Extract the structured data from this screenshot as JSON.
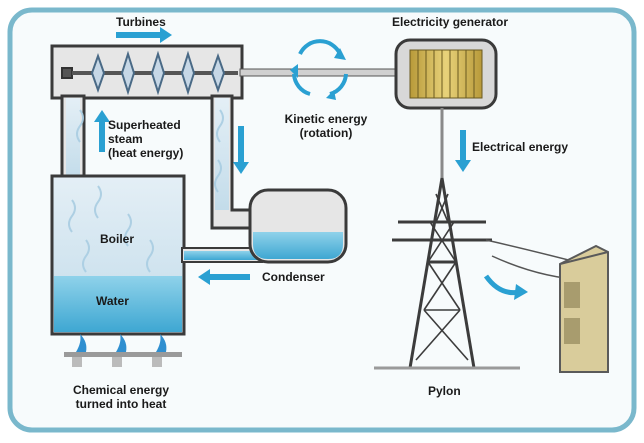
{
  "labels": {
    "turbines": "Turbines",
    "electricity_generator": "Electricity generator",
    "kinetic_energy_line1": "Kinetic energy",
    "kinetic_energy_line2": "(rotation)",
    "electrical_energy": "Electrical energy",
    "superheated_line1": "Superheated",
    "superheated_line2": "steam",
    "superheated_line3": "(heat energy)",
    "boiler": "Boiler",
    "condenser": "Condenser",
    "water": "Water",
    "chemical_line1": "Chemical energy",
    "chemical_line2": "turned into heat",
    "pylon": "Pylon"
  },
  "colors": {
    "frame_border": "#7ab8cc",
    "pipe_fill": "#e6e6e6",
    "pipe_stroke": "#3a3a3a",
    "steam": "#cfe2ee",
    "water": "#6ec1dd",
    "arrow": "#2aa0d2",
    "flame": "#2f8fd0",
    "pylon": "#3c3c3c",
    "house": "#d9cc9b"
  },
  "icons": [
    "turbine-blades-icon",
    "rotation-cycle-icon",
    "generator-coil-icon",
    "flame-icon",
    "pylon-icon",
    "house-icon",
    "flow-arrow-icon"
  ]
}
